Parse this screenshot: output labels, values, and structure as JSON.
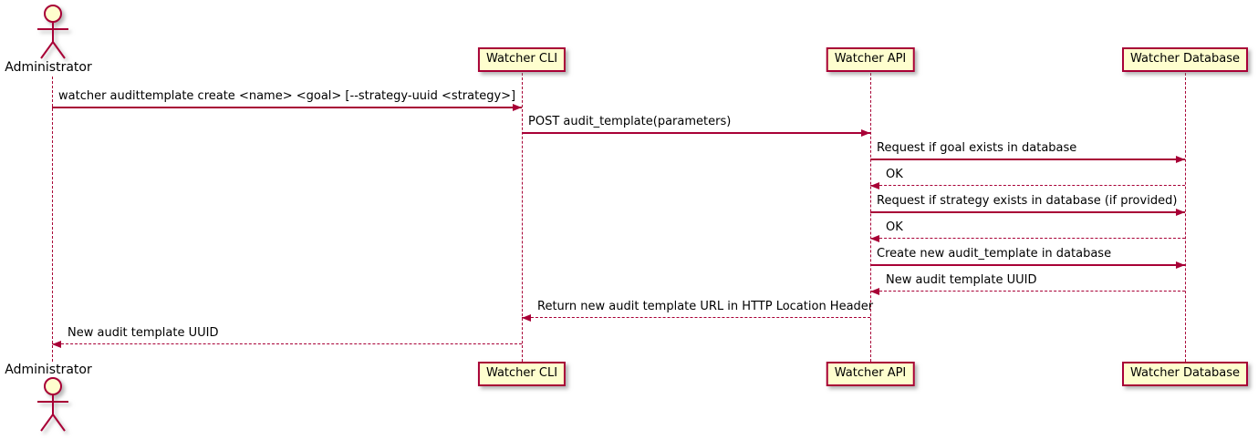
{
  "diagram": {
    "type": "sequence",
    "accent_color": "#A80036",
    "participant_fill": "#FEFECE",
    "background_color": "#FFFFFF",
    "text_color": "#000000"
  },
  "actor": {
    "name": "Administrator"
  },
  "participants": [
    {
      "name": "Watcher CLI"
    },
    {
      "name": "Watcher API"
    },
    {
      "name": "Watcher Database"
    }
  ],
  "messages": [
    {
      "from": "Administrator",
      "to": "Watcher CLI",
      "label": "watcher audittemplate create <name> <goal> [--strategy-uuid <strategy>]",
      "line": "solid"
    },
    {
      "from": "Watcher CLI",
      "to": "Watcher API",
      "label": "POST audit_template(parameters)",
      "line": "solid"
    },
    {
      "from": "Watcher API",
      "to": "Watcher Database",
      "label": "Request if goal exists in database",
      "line": "solid"
    },
    {
      "from": "Watcher Database",
      "to": "Watcher API",
      "label": "OK",
      "line": "dashed"
    },
    {
      "from": "Watcher API",
      "to": "Watcher Database",
      "label": "Request if strategy exists in database (if provided)",
      "line": "solid"
    },
    {
      "from": "Watcher Database",
      "to": "Watcher API",
      "label": "OK",
      "line": "dashed"
    },
    {
      "from": "Watcher API",
      "to": "Watcher Database",
      "label": "Create new audit_template in database",
      "line": "solid"
    },
    {
      "from": "Watcher Database",
      "to": "Watcher API",
      "label": "New audit template UUID",
      "line": "dashed"
    },
    {
      "from": "Watcher API",
      "to": "Watcher CLI",
      "label": "Return new audit template URL in HTTP Location Header",
      "line": "dashed"
    },
    {
      "from": "Watcher CLI",
      "to": "Administrator",
      "label": "New audit template UUID",
      "line": "dashed"
    }
  ]
}
